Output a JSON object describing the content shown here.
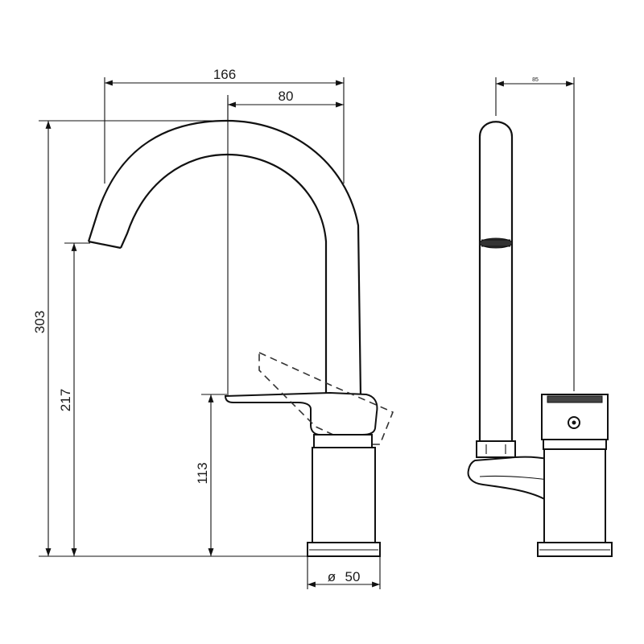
{
  "dimensions": {
    "overall_width": "166",
    "spout_reach": "80",
    "total_height": "303",
    "spout_height": "217",
    "handle_height": "113",
    "base_diameter": "50",
    "diameter_symbol": "ø",
    "side_view_width": "85"
  }
}
